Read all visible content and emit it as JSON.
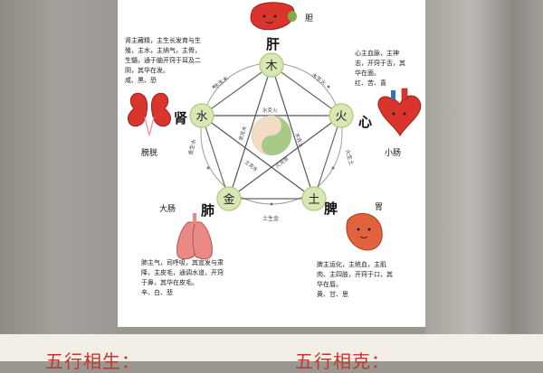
{
  "diagram": {
    "elements": {
      "wood": "木",
      "fire": "火",
      "earth": "土",
      "metal": "金",
      "water": "水"
    },
    "organs": {
      "liver": "肝",
      "heart": "心",
      "spleen": "脾",
      "lung": "肺",
      "kidney": "肾"
    },
    "secondary_organs": {
      "gallbladder": "胆",
      "small_intestine": "小肠",
      "stomach": "胃",
      "large_intestine": "大肠",
      "bladder": "膀胱"
    },
    "cycle_labels": {
      "wood_fire": "木生火",
      "fire_earth": "火生土",
      "earth_metal": "土生金",
      "metal_water": "金生水",
      "water_wood": "水生木"
    },
    "star_labels": {
      "water_fire": "水克火",
      "wood_earth": "木克土",
      "fire_metal": "火克金",
      "earth_water": "土克水",
      "metal_wood": "金克木"
    },
    "notes": {
      "kidney": "肾主藏精，主生长发育与生\n殖，主水，主纳气，主骨，\n生髓，通于脑开窍于耳及二\n阴，其华在发。\n咸、黑、恐",
      "heart": "心主血脉，主神\n志，开窍于舌，其\n华在面。\n红、苦、喜",
      "lung": "肺主气，司呼吸，其宣发与肃\n降，主皮毛，通调水道，开窍\n于鼻，其华在皮毛。\n辛、白、悲",
      "spleen": "脾主运化，主统血，主肌\n肉、主四肢，开窍于口，其\n华在唇。\n黄、甘、思"
    },
    "colors": {
      "element_fill": "#d8e8b4",
      "element_stroke": "#b7cf86",
      "organ_red": "#d9352c",
      "lung_pink": "#e98a86",
      "spleen_orange": "#e0633d"
    }
  },
  "footer": {
    "left_title": "五行相生：",
    "right_title": "五行相克："
  }
}
